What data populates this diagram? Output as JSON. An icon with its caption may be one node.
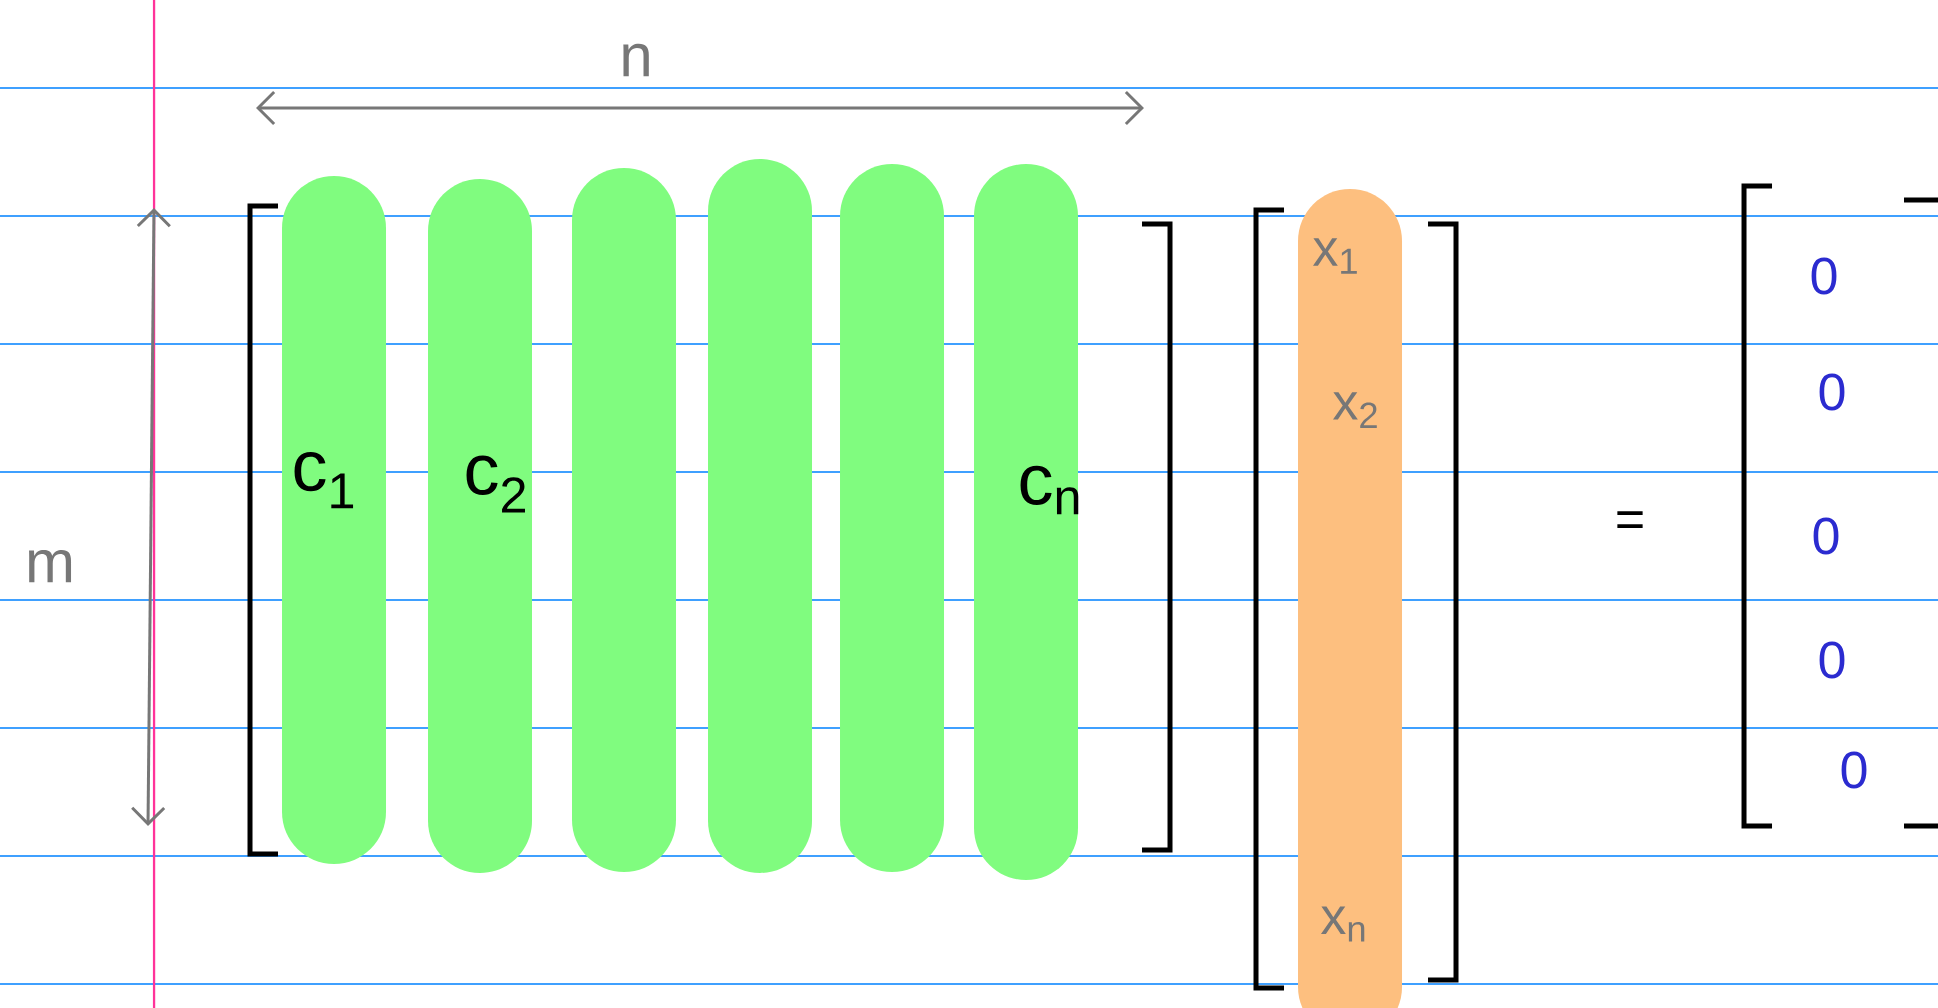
{
  "diagram": {
    "nodes": [
      {
        "text": [
          "c$_{1}$"
        ]
      },
      {
        "text": [
          "c$_{2}$"
        ]
      },
      {
        "text": [],
        "shape": "bar"
      },
      {
        "text": [],
        "shape": "bar"
      },
      {
        "text": [],
        "shape": "bar"
      },
      {
        "text": [
          "c$_{n}$"
        ]
      },
      {
        "text": [
          "x$_{1}$",
          "x$_{2}$",
          "x$_{n}$"
        ]
      }
    ],
    "labels": [
      "n",
      "m",
      "=",
      "0",
      "0",
      "0",
      "0",
      "0"
    ]
  }
}
